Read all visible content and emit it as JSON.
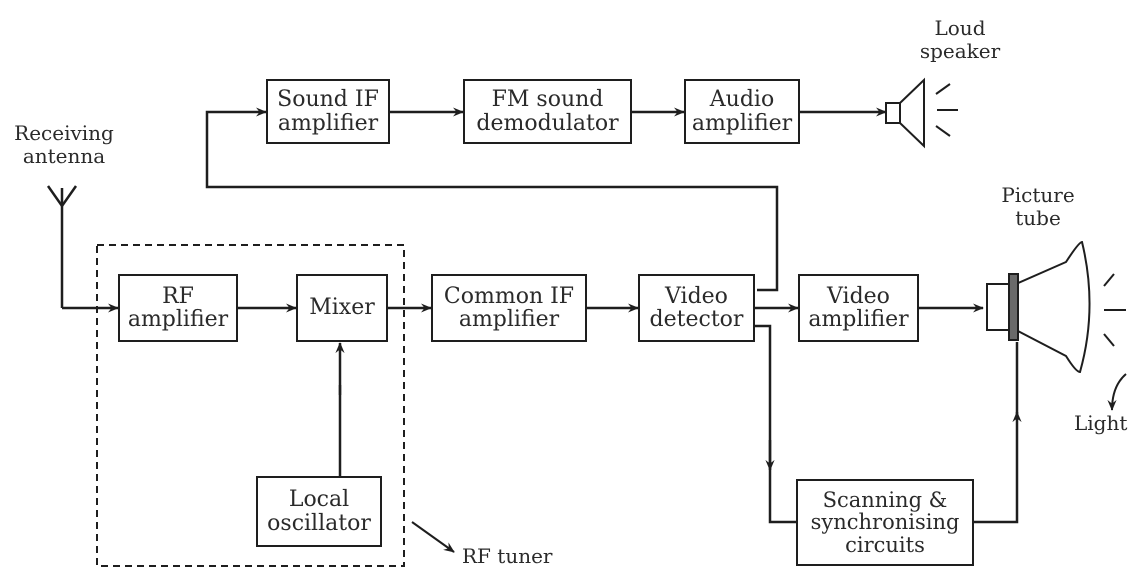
{
  "colors": {
    "line": "#1e1e1e",
    "text": "#2a2a2a",
    "tube_electrode": "#6a6a6a",
    "background": "#ffffff"
  },
  "blocks": {
    "sound_if": [
      "Sound IF",
      "amplifier"
    ],
    "fm_demod": [
      "FM sound",
      "demodulator"
    ],
    "audio_amp": [
      "Audio",
      "amplifier"
    ],
    "rf_amp": [
      "RF",
      "amplifier"
    ],
    "mixer": [
      "Mixer"
    ],
    "common_if": [
      "Common IF",
      "amplifier"
    ],
    "video_det": [
      "Video",
      "detector"
    ],
    "video_amp": [
      "Video",
      "amplifier"
    ],
    "local_osc": [
      "Local",
      "oscillator"
    ],
    "scanning": [
      "Scanning &",
      "synchronising",
      "circuits"
    ]
  },
  "labels": {
    "antenna": [
      "Receiving",
      "antenna"
    ],
    "speaker": [
      "Loud",
      "speaker"
    ],
    "picture_tube": [
      "Picture",
      "tube"
    ],
    "light": "Light",
    "rf_tuner": "RF tuner"
  },
  "icons": [
    "antenna-icon",
    "loudspeaker-icon",
    "picture-tube-icon",
    "sound-waves-icon",
    "light-rays-icon"
  ]
}
